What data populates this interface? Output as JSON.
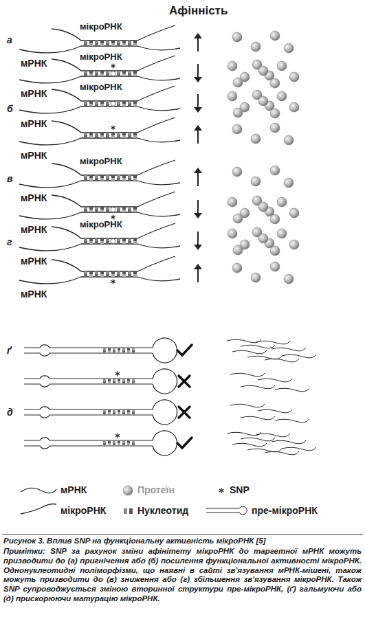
{
  "diagram": {
    "title": "Афінність",
    "caption": "Рисунок 3. Вплив SNP на функціональну активність мікроРНК [5]",
    "labels": [
      "а",
      "мікроРНК",
      "мРНК",
      "мікроРНК",
      "мРНК",
      "б",
      "мікроРНК",
      "мРНК",
      "мРНК",
      "в",
      "мікроРНК",
      "мРНК",
      "мРНК",
      "г",
      "мікроРНК",
      "мРНК",
      "мРНК",
      "ґ",
      "д",
      "Примітки: SNP за рахунок зміни афінітету мікроРНК до таргетної мРНК можуть призводити до (а) пригнічення або (б) посилення функціональної активності мікроРНК. Однонуклеотидні поліморфізми, що наявні в сайті зв'язування мРНК-мішені, також можуть призводити до (в) зниження або (г) збільшення зв'язування мікроРНК. Також SNP супроводжується зміною вторинної структури пре-мікроРНК, (ґ) гальмуючи або (д) прискорюючи матурацію мікроРНК."
    ],
    "legend": [
      {
        "text": "мРНК"
      },
      {
        "text": "Протеїн"
      },
      {
        "text": "SNP"
      },
      {
        "text": "мікроРНК"
      },
      {
        "text": "Нуклеотид"
      },
      {
        "text": "пре-мікроРНК"
      }
    ]
  }
}
